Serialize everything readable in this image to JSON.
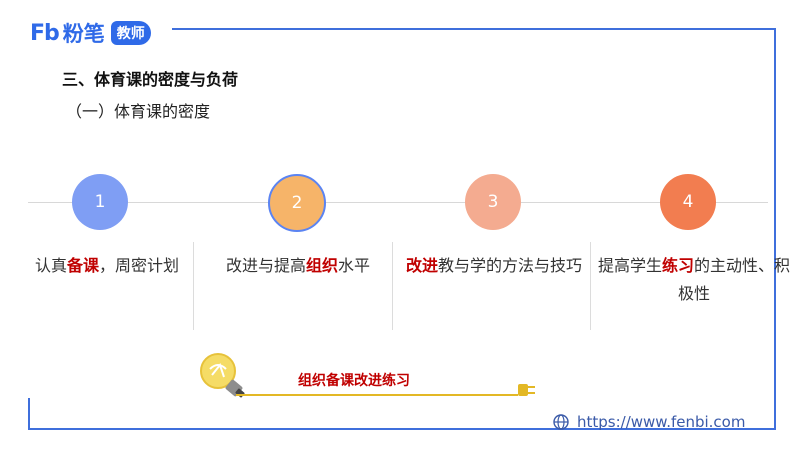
{
  "brand": {
    "mark": "Fb",
    "name": "粉笔",
    "badge": "教师"
  },
  "heading": "三、体育课的密度与负荷",
  "subheading": "（一）体育课的密度",
  "steps": [
    {
      "number": "1",
      "pre": "认真",
      "highlight": "备课",
      "post": "，周密计划"
    },
    {
      "number": "2",
      "pre": "改进与提高",
      "highlight": "组织",
      "post": "水平"
    },
    {
      "number": "3",
      "pre": "",
      "highlight": "改进",
      "post": "教与学的方法与技巧"
    },
    {
      "number": "4",
      "pre": "提高学生",
      "highlight": "练习",
      "post": "的主动性、积极性"
    }
  ],
  "slogan": "组织备课改进练习",
  "footer": {
    "url": "https://www.fenbi.com"
  },
  "colors": {
    "accent": "#2f6ae8",
    "highlight": "#c00000",
    "step1": "#7f9ef4",
    "step2": "#f6b469",
    "step3": "#f4ab90",
    "step4": "#f27d50"
  },
  "icons": [
    "lightbulb-icon",
    "plug-icon",
    "globe-icon"
  ]
}
